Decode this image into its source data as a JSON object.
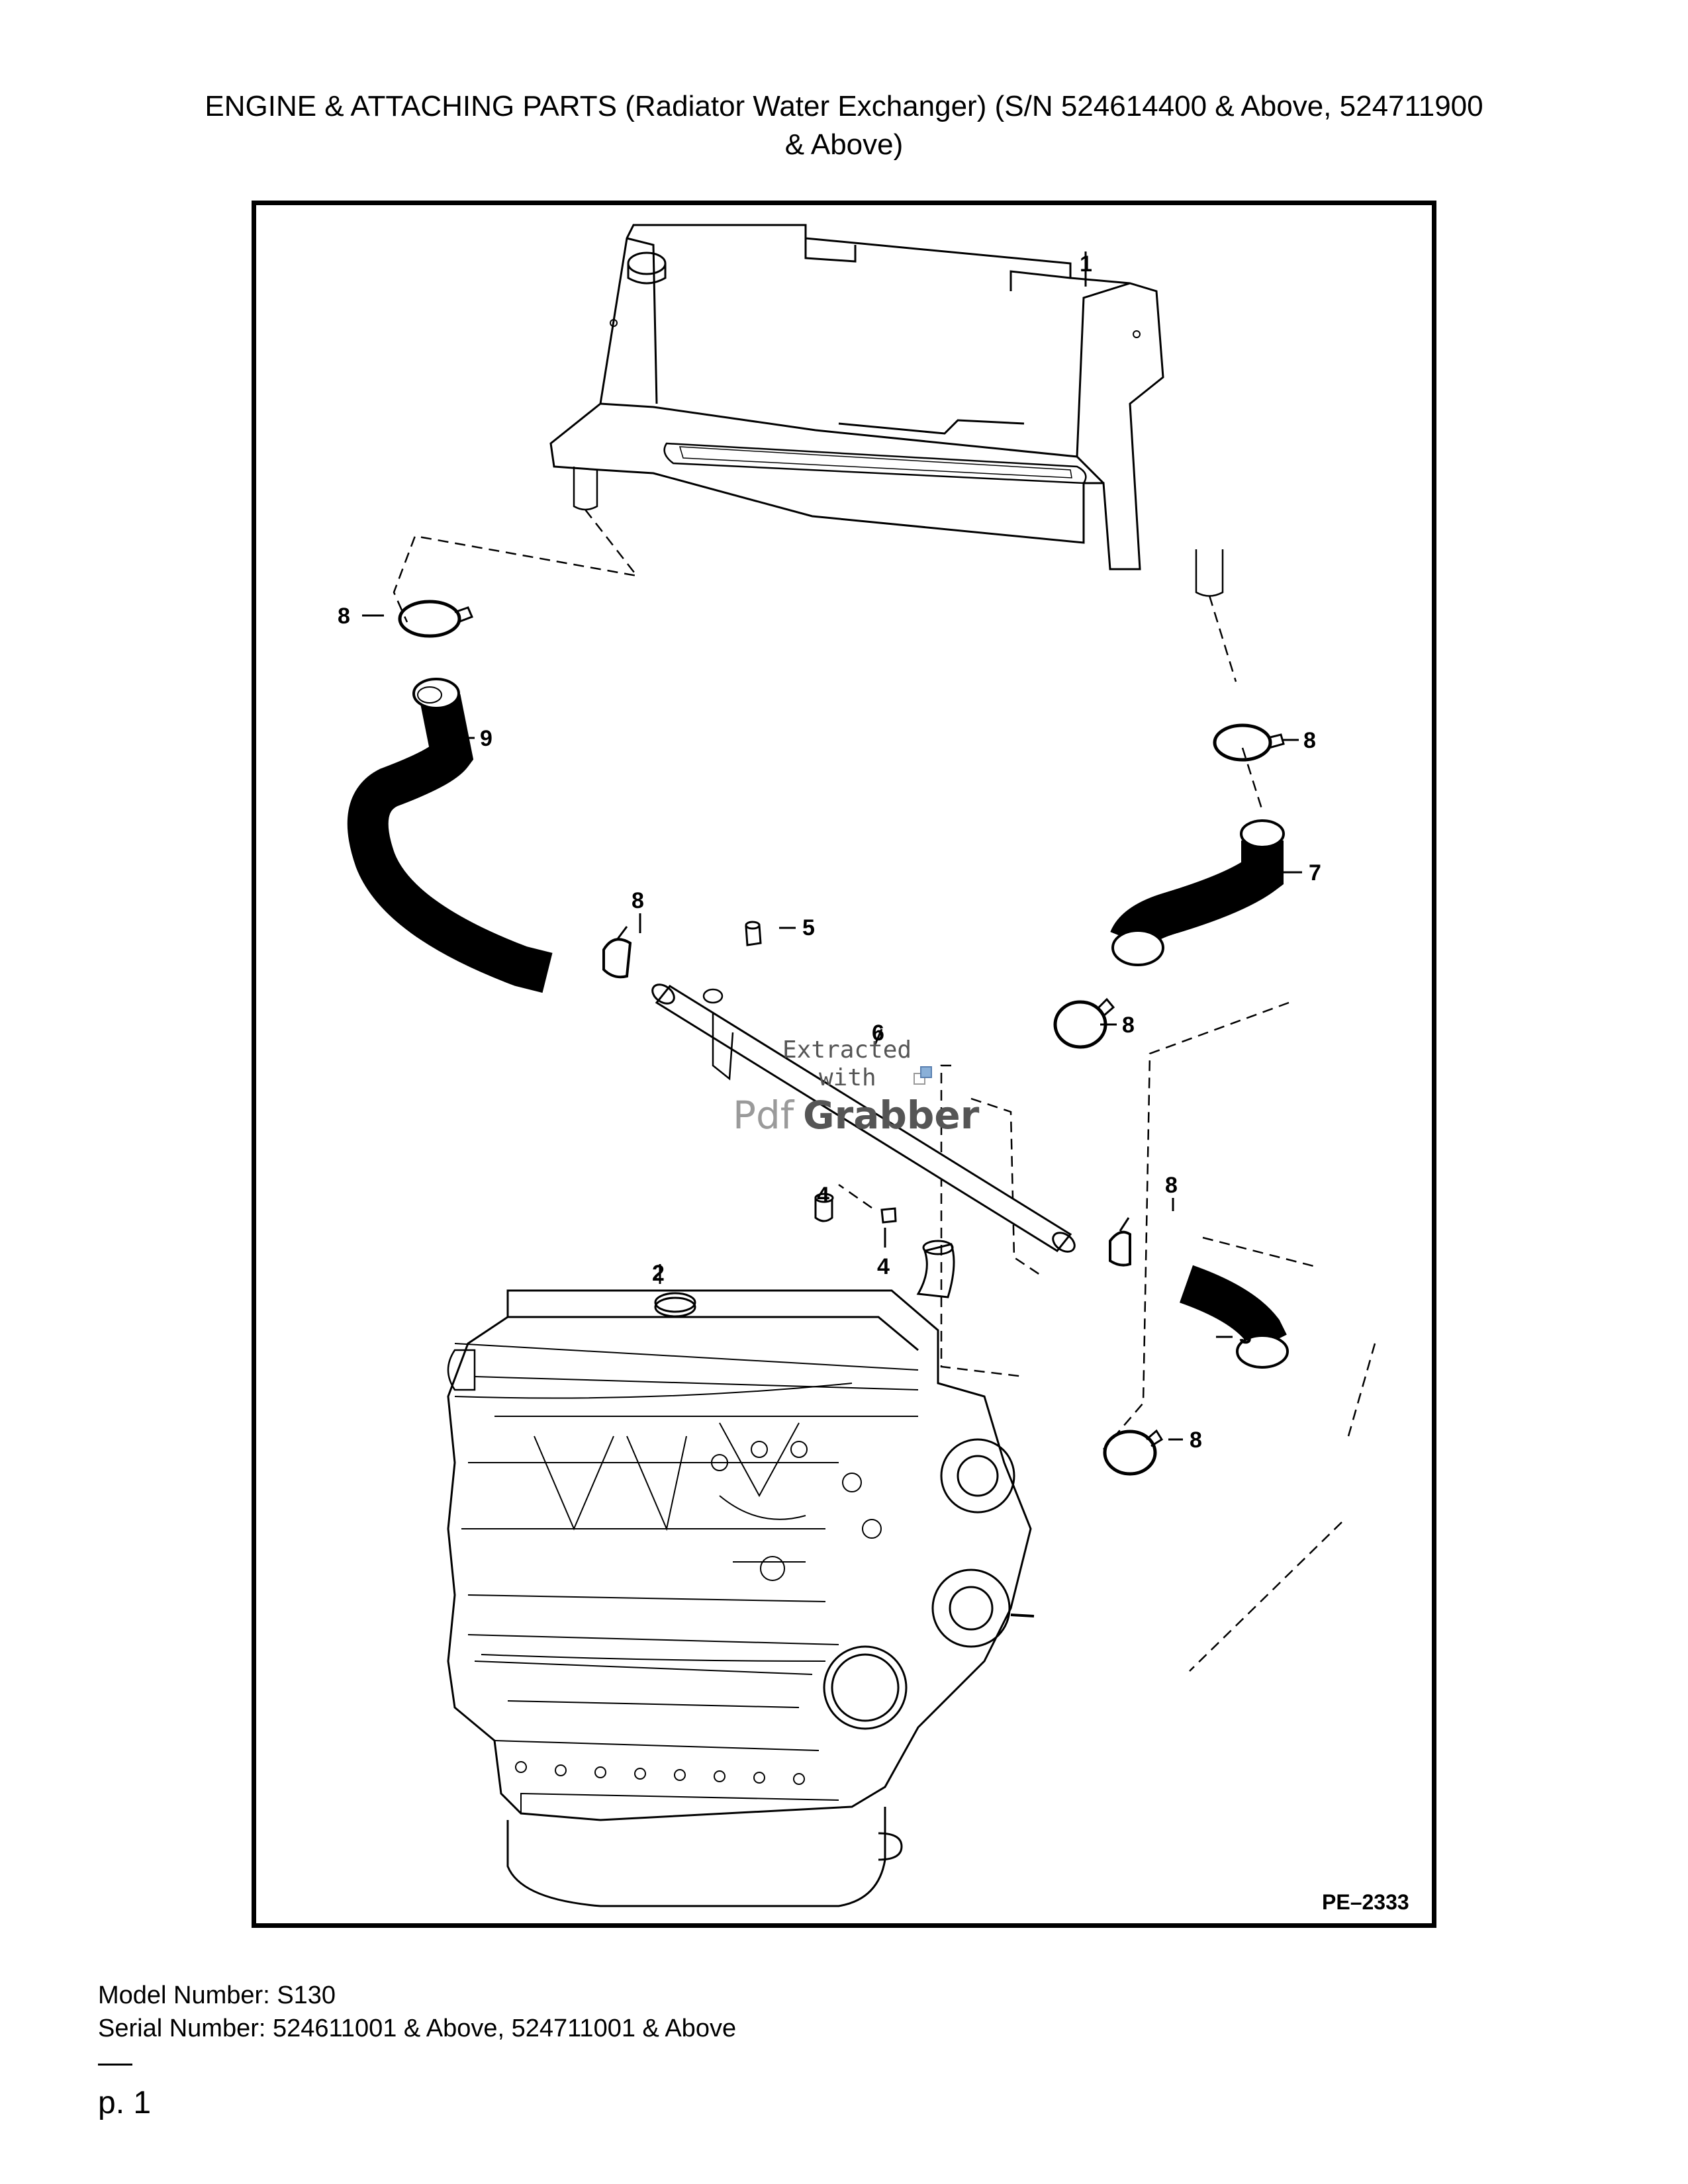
{
  "header": {
    "title_line1": "ENGINE & ATTACHING PARTS (Radiator Water Exchanger) (S/N 524614400 & Above, 524711900",
    "title_line2": "& Above)"
  },
  "diagram": {
    "drawing_code": "PE–2333",
    "callouts": {
      "c1": "1",
      "c2": "2",
      "c3": "3",
      "c4a": "4",
      "c4b": "4",
      "c5": "5",
      "c6": "6",
      "c7": "7",
      "c8a": "8",
      "c8b": "8",
      "c8c": "8",
      "c8d": "8",
      "c8e": "8",
      "c8f": "8",
      "c9": "9"
    },
    "watermark": {
      "line1": "Extracted",
      "line2": "with",
      "line3_a": "Pdf",
      "line3_b": "Grabber"
    }
  },
  "footer": {
    "model": "Model Number: S130",
    "serial": "Serial Number: 524611001 & Above, 524711001 & Above",
    "page": "p. 1"
  }
}
